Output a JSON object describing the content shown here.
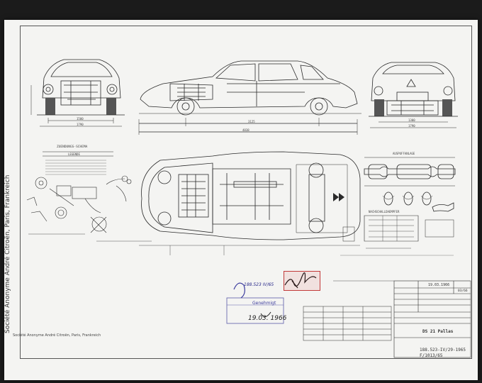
{
  "sheet": {
    "company_vertical": "Société Anonyme André Citroën, Paris, Frankreich",
    "company_footer": "Société Anonyme André Citroën, Paris, Frankreich"
  },
  "title_block": {
    "date": "19.03.1966",
    "sheet_ref": "03/66",
    "model": "DS 21 Pallas",
    "doc_number": "188.523-IV/29-1965",
    "doc_ref": "F/1013/65"
  },
  "stamp": {
    "ref": "188.523 IV/65",
    "caption": "Genehmigt",
    "date": "19.03. 1966"
  },
  "drawing": {
    "dim_side_total": "4838",
    "dim_wheelbase": "3125",
    "dim_front_track": "1500",
    "dim_front_width": "1790",
    "dim_rear_track": "1300",
    "dim_rear_width": "1790",
    "legend_title": "ZUENDUNGS-SCHEMA",
    "legend_sub": "LEGENDE",
    "label_exhaust": "AUSPUFFANLAGE",
    "label_mufflers": "NACHSCHALLDAEMPFER"
  },
  "icons": [
    "car-front-view-drawing",
    "car-side-view-drawing",
    "car-rear-view-drawing",
    "chassis-top-view-drawing",
    "exhaust-system-drawing",
    "signature-icon",
    "approval-stamp-icon",
    "red-stamp-icon"
  ]
}
